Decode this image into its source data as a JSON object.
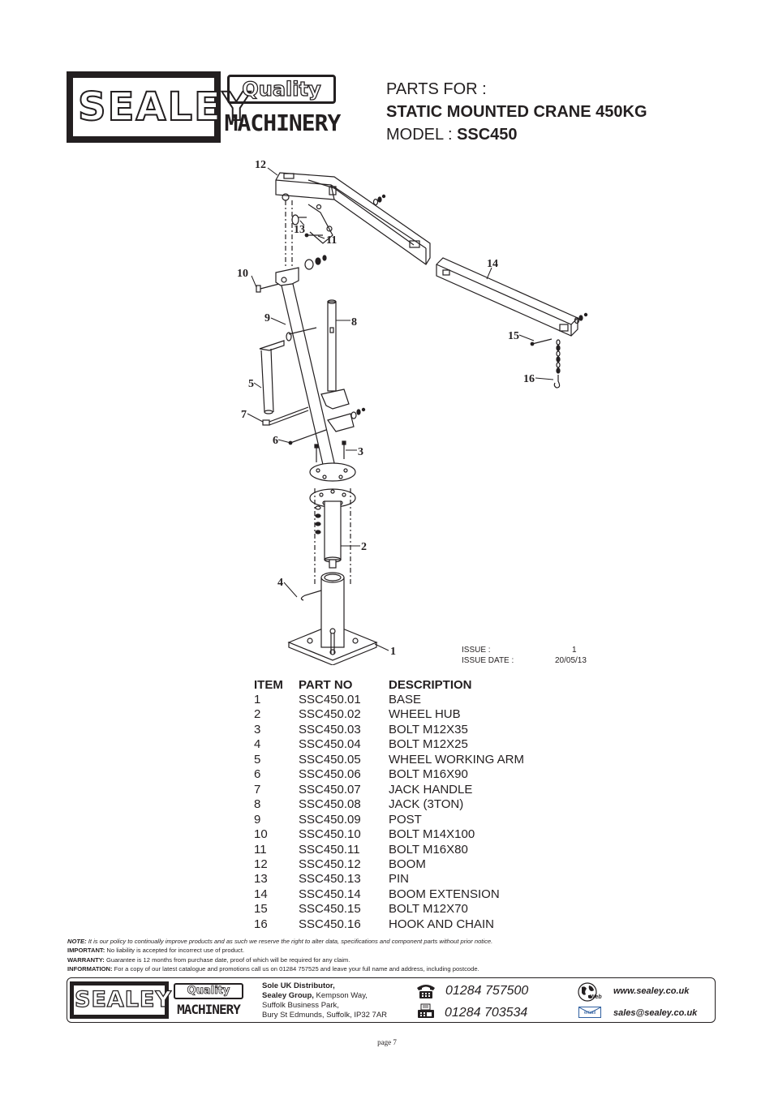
{
  "brand": {
    "logo_main": "SEALEY",
    "logo_quality": "Quality",
    "logo_machinery": "MACHINERY"
  },
  "header": {
    "line1": "PARTS FOR :",
    "line2": "STATIC MOUNTED CRANE 450KG",
    "model_prefix": "MODEL : ",
    "model": "SSC450"
  },
  "diagram": {
    "callouts": [
      "12",
      "13",
      "11",
      "14",
      "10",
      "9",
      "8",
      "15",
      "16",
      "5",
      "7",
      "6",
      "3",
      "2",
      "4",
      "1"
    ]
  },
  "issue": {
    "issue_label": "ISSUE :",
    "issue_value": "1",
    "date_label": "ISSUE DATE :",
    "date_value": "20/05/13"
  },
  "parts_table": {
    "headers": [
      "ITEM",
      "PART NO",
      "DESCRIPTION"
    ],
    "rows": [
      [
        "1",
        "SSC450.01",
        "BASE"
      ],
      [
        "2",
        "SSC450.02",
        "WHEEL HUB"
      ],
      [
        "3",
        "SSC450.03",
        "BOLT  M12X35"
      ],
      [
        "4",
        "SSC450.04",
        "BOLT  M12X25"
      ],
      [
        "5",
        "SSC450.05",
        "WHEEL WORKING ARM"
      ],
      [
        "6",
        "SSC450.06",
        "BOLT M16X90"
      ],
      [
        "7",
        "SSC450.07",
        "JACK HANDLE"
      ],
      [
        "8",
        "SSC450.08",
        "JACK (3TON)"
      ],
      [
        "9",
        "SSC450.09",
        "POST"
      ],
      [
        "10",
        "SSC450.10",
        "BOLT M14X100"
      ],
      [
        "11",
        "SSC450.11",
        "BOLT M16X80"
      ],
      [
        "12",
        "SSC450.12",
        "BOOM"
      ],
      [
        "13",
        "SSC450.13",
        "PIN"
      ],
      [
        "14",
        "SSC450.14",
        "BOOM EXTENSION"
      ],
      [
        "15",
        "SSC450.15",
        "BOLT M12X70"
      ],
      [
        "16",
        "SSC450.16",
        "HOOK AND CHAIN"
      ]
    ]
  },
  "notes": {
    "note_label": "NOTE:",
    "note_text": " It is our policy to continually improve products and as such we reserve the right to alter data, specifications and component parts without prior notice.",
    "important_label": "IMPORTANT:",
    "important_text": " No liability is accepted for incorrect use of product.",
    "warranty_label": "WARRANTY:",
    "warranty_text": " Guarantee is 12 months from purchase date, proof of which will be required for any claim.",
    "info_label": "INFORMATION:",
    "info_text": " For a copy of our latest catalogue and promotions call us on 01284 757525 and leave your full name and address, including postcode."
  },
  "footer": {
    "dist_line1": "Sole UK Distributor,",
    "dist_company": "Sealey Group,",
    "dist_line2_rest": " Kempson Way,",
    "dist_line3": "Suffolk Business Park,",
    "dist_line4": "Bury St Edmunds, Suffolk, IP32 7AR",
    "phone": "01284 757500",
    "fax": "01284 703534",
    "web_label": "Web",
    "email_label": "email",
    "web": "www.sealey.co.uk",
    "email": "sales@sealey.co.uk"
  },
  "page": "page 7"
}
